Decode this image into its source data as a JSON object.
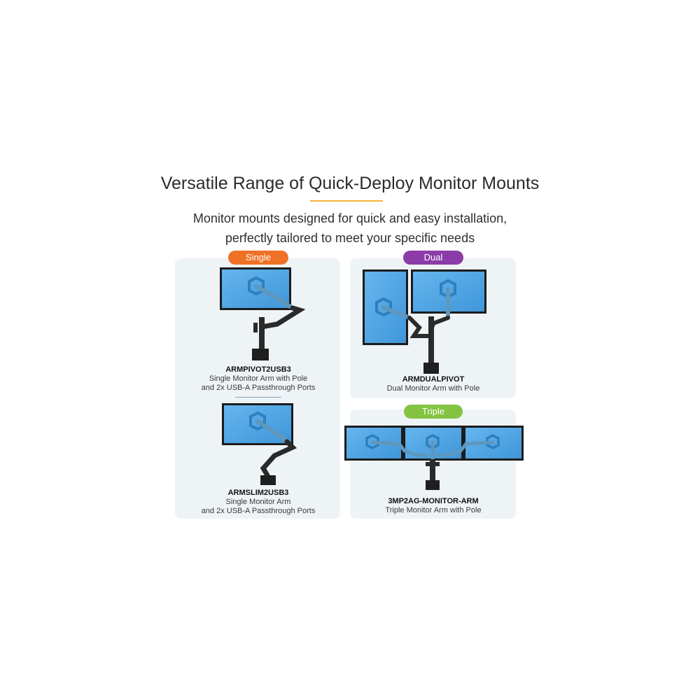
{
  "headline": "Versatile Range of Quick-Deploy Monitor Mounts",
  "subhead": {
    "line1": "Monitor mounts designed for quick and easy installation,",
    "line2": "perfectly tailored to meet your specific needs"
  },
  "colors": {
    "single": "#ef7125",
    "dual": "#8b3ca8",
    "triple": "#84c341",
    "accent_rule": "#f4b43a",
    "panel": "#eef3f6",
    "screen": "#4aa6e6"
  },
  "categories": {
    "single": "Single",
    "dual": "Dual",
    "triple": "Triple"
  },
  "products": {
    "armpivot": {
      "sku": "ARMPIVOT2USB3",
      "line1": "Single Monitor Arm with Pole",
      "line2": "and 2x USB-A Passthrough Ports"
    },
    "armslim": {
      "sku": "ARMSLIM2USB3",
      "line1": "Single Monitor Arm",
      "line2": "and 2x USB-A Passthrough Ports"
    },
    "armdual": {
      "sku": "ARMDUALPIVOT",
      "line1": "Dual Monitor Arm with Pole"
    },
    "armtriple": {
      "sku": "3MP2AG-MONITOR-ARM",
      "line1": "Triple Monitor Arm with Pole"
    }
  }
}
